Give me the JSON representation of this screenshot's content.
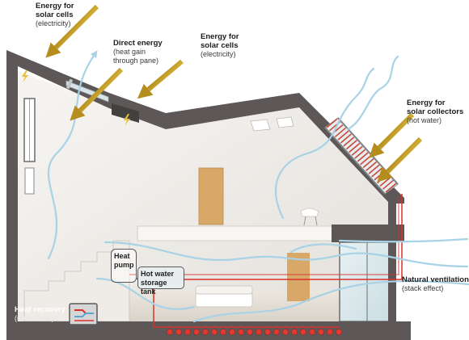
{
  "labels": {
    "solar_cells_left": {
      "title_line1": "Energy for",
      "title_line2": "solar cells",
      "subtitle": "(electricity)"
    },
    "direct_energy": {
      "title": "Direct energy",
      "subtitle_line1": "(heat gain",
      "subtitle_line2": "through pane)"
    },
    "solar_cells_right": {
      "title_line1": "Energy for",
      "title_line2": "solar cells",
      "subtitle": "(electricity)"
    },
    "solar_collectors": {
      "title_line1": "Energy for",
      "title_line2": "solar collectors",
      "subtitle": "(hot water)"
    },
    "natural_ventilation": {
      "title": "Natural ventilation",
      "subtitle": "(stack effect)"
    },
    "heat_recovery": {
      "title": "Heat recovery",
      "subtitle": "(reuse heat)"
    },
    "heat_pump": {
      "line1": "Heat",
      "line2": "pump"
    },
    "hot_water_tank": {
      "line1": "Hot water",
      "line2": "storage tank"
    }
  },
  "colors": {
    "house_shell": "#5d5757",
    "interior_wall": "#f3f1ee",
    "sun_arrow": "#c9a227",
    "airflow": "#a8d2e6",
    "hot_water_pipe": "#d8312b",
    "floor_heating_dot": "#e0392f",
    "collector_tube": "#c94a3c",
    "wood_door": "#d8a868"
  },
  "icons": [
    "lightning-icon",
    "heat-recovery-unit-icon"
  ]
}
